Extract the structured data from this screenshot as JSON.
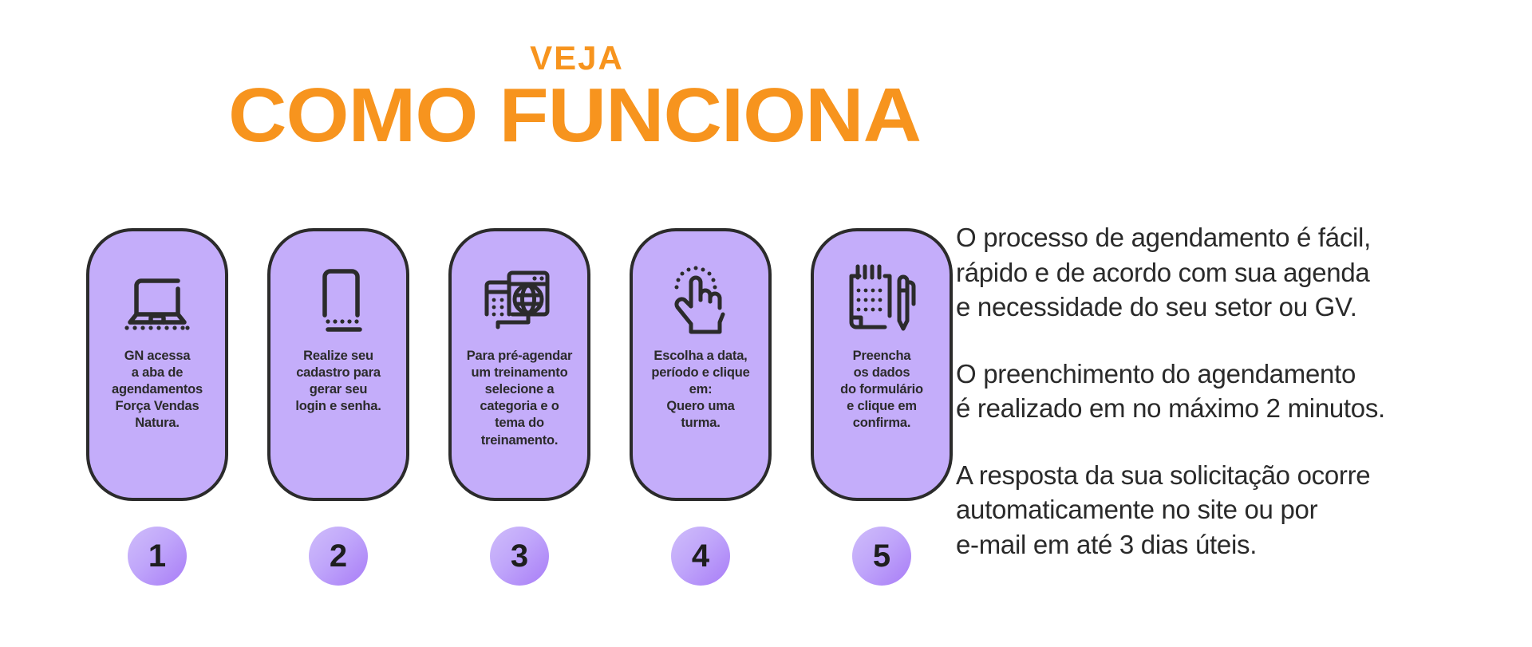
{
  "header": {
    "eyebrow": "VEJA",
    "headline": "COMO FUNCIONA",
    "accent_color": "#F7941E"
  },
  "theme": {
    "card_fill": "#C4ADFA",
    "card_stroke": "#2B2B2B",
    "badge_gradient_from": "#CFBDFB",
    "badge_gradient_to": "#A87CF7",
    "background": "#FFFFFF",
    "body_text": "#2A2A2A"
  },
  "steps": [
    {
      "number": "1",
      "icon": "laptop-icon",
      "text": "GN acessa\na aba de\nagendamentos\nForça Vendas\nNatura."
    },
    {
      "number": "2",
      "icon": "mobile-phone-icon",
      "text": "Realize seu\ncadastro para\ngerar seu\nlogin e senha."
    },
    {
      "number": "3",
      "icon": "browser-globe-icon",
      "text": "Para pré-agendar\num treinamento\nselecione a\ncategoria e o\ntema do\ntreinamento."
    },
    {
      "number": "4",
      "icon": "click-hand-icon",
      "text": "Escolha a data,\nperíodo e clique\nem:\nQuero uma\nturma."
    },
    {
      "number": "5",
      "icon": "notepad-pen-icon",
      "text": "Preencha\nos dados\ndo formulário\ne clique em\nconfirma."
    }
  ],
  "copy": {
    "paragraphs": [
      "O processo de agendamento é fácil,\nrápido e de acordo com sua agenda\ne necessidade do seu setor ou GV.",
      "O preenchimento do agendamento\né realizado em no máximo 2 minutos.",
      "A resposta da sua solicitação ocorre\nautomaticamente no site ou por\ne-mail  em até 3 dias úteis."
    ]
  }
}
